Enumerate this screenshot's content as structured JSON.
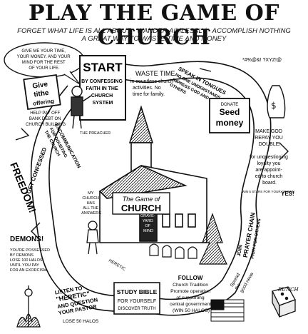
{
  "header": {
    "title": "PLAY THE GAME OF CHURCH",
    "subtitle_1": "FORGET WHAT LIFE IS ALL ABOUT • WANDER AIMLESSLY • ACCOMPLISH NOTHING",
    "subtitle_2": "A GREAT WAY TO WASTE TIME AND MONEY"
  },
  "board": {
    "speech_bubble": [
      "GIVE ME YOUR TIME,",
      "YOUR MONEY, AND YOUR",
      "MIND FOR THE REST",
      "OF YOUR LIFE."
    ],
    "start": {
      "label": "START",
      "text": [
        "BY CONFESSING",
        "FAITH IN THE",
        "CHURCH",
        "SYSTEM"
      ]
    },
    "preacher_label": "THE PREACHER",
    "waste_time": [
      "WASTE TIME",
      "in countless church",
      "activities. No",
      "time for family."
    ],
    "speak_tongues": [
      "SPEAK IN TONGUES",
      "NO ONE UNDERSTANDS",
      "IMPRESS GOD AND",
      "OTHERS"
    ],
    "cuss_glyphs": "*#%@&! ?XYZ!@",
    "give_tithes": [
      "Give",
      "tithe",
      "$",
      "offering"
    ],
    "help_pay": [
      "HELP PAY OFF",
      "BANK DEBT ON",
      "CHURCH BUILDING"
    ],
    "freedom": "FREEDOM!",
    "excommunication": [
      "EXCOMMUNICATION",
      "FOR DOUBTING",
      "THE CHURCH"
    ],
    "seed_money": [
      "DONATE",
      "Seed",
      "money"
    ],
    "make_god": [
      "MAKE GOD",
      "REPAY YOU",
      "DOUBLE!"
    ],
    "loyalty": [
      "for unquestioning",
      "loyalty you",
      "are appoint-",
      "ed to church",
      "board."
    ],
    "win_stars": "WIN 5 STARS FOR YOUR CROWN",
    "yes": "YES!",
    "church_name": [
      "The Game of",
      "CHURCH"
    ],
    "grave": [
      "GRAVE-",
      "YARD",
      "OF",
      "MIND"
    ],
    "kid_bubble": [
      "MY",
      "CHURCH",
      "HAS",
      "ALL THE",
      "ANSWERS"
    ],
    "heretic": "HERETIC",
    "get_confessed": [
      "GET CONFESSED"
    ],
    "demons": "DEMONS!",
    "possessed": [
      "YOU'RE POSSESSED",
      "BY DEMONS",
      "LOSE 100 HALOS",
      "UNTIL YOU PAY",
      "FOR AN EXORCISM"
    ],
    "listen": [
      "LISTEN TO",
      "\"HERETIC\"",
      "AND QUESTION",
      "YOUR PASTOR"
    ],
    "lose_halos": "LOSE 50 HALOS",
    "study_bible": [
      "STUDY BIBLE",
      "FOR YOURSELF",
      "DISCOVER TRUTH"
    ],
    "follow": [
      "FOLLOW",
      "Church Tradition",
      "Promote operation",
      "of supporting",
      "central government",
      "(WIN 50 HALOS)"
    ],
    "prayer_chain": [
      "JOIN",
      "PRAYER CHAIN",
      "PRAY FOR OTHERS"
    ],
    "good_news": [
      "Spread",
      "the",
      "good news"
    ],
    "signature": "BUNCH"
  }
}
